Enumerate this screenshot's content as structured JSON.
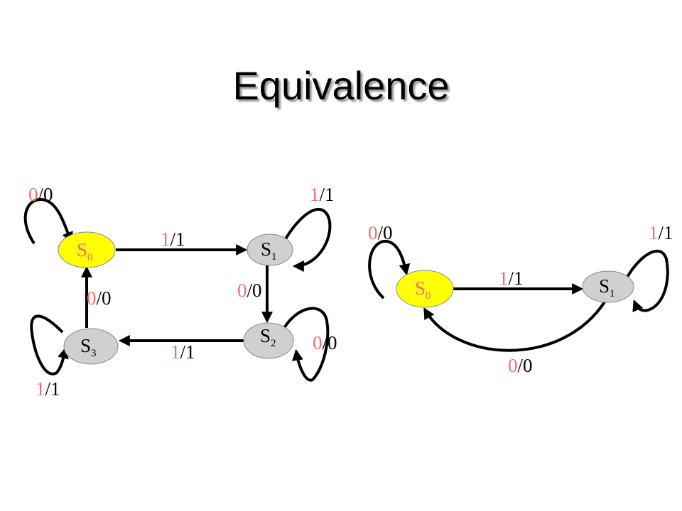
{
  "title": "Equivalence",
  "colors": {
    "initial_state_fill": "#ffff00",
    "state_fill": "#d0d0d0",
    "label_input_color": "#f07070",
    "label_output_color": "#000000"
  },
  "left_diagram": {
    "states": [
      {
        "id": "S0",
        "letter": "S",
        "subscript": "0",
        "initial": true
      },
      {
        "id": "S1",
        "letter": "S",
        "subscript": "1",
        "initial": false
      },
      {
        "id": "S2",
        "letter": "S",
        "subscript": "2",
        "initial": false
      },
      {
        "id": "S3",
        "letter": "S",
        "subscript": "3",
        "initial": false
      }
    ],
    "transitions": [
      {
        "from": "S0",
        "to": "S0",
        "input": "0",
        "output": "0"
      },
      {
        "from": "S0",
        "to": "S1",
        "input": "1",
        "output": "1"
      },
      {
        "from": "S1",
        "to": "S1",
        "input": "1",
        "output": "1"
      },
      {
        "from": "S1",
        "to": "S2",
        "input": "0",
        "output": "0"
      },
      {
        "from": "S2",
        "to": "S2",
        "input": "0",
        "output": "0"
      },
      {
        "from": "S2",
        "to": "S3",
        "input": "1",
        "output": "1"
      },
      {
        "from": "S3",
        "to": "S3",
        "input": "1",
        "output": "1"
      },
      {
        "from": "S3",
        "to": "S0",
        "input": "0",
        "output": "0"
      }
    ]
  },
  "right_diagram": {
    "states": [
      {
        "id": "S0",
        "letter": "S",
        "subscript": "0",
        "initial": true
      },
      {
        "id": "S1",
        "letter": "S",
        "subscript": "1",
        "initial": false
      }
    ],
    "transitions": [
      {
        "from": "S0",
        "to": "S0",
        "input": "0",
        "output": "0"
      },
      {
        "from": "S0",
        "to": "S1",
        "input": "1",
        "output": "1"
      },
      {
        "from": "S1",
        "to": "S1",
        "input": "1",
        "output": "1"
      },
      {
        "from": "S1",
        "to": "S0",
        "input": "0",
        "output": "0"
      }
    ]
  },
  "separator": "/"
}
